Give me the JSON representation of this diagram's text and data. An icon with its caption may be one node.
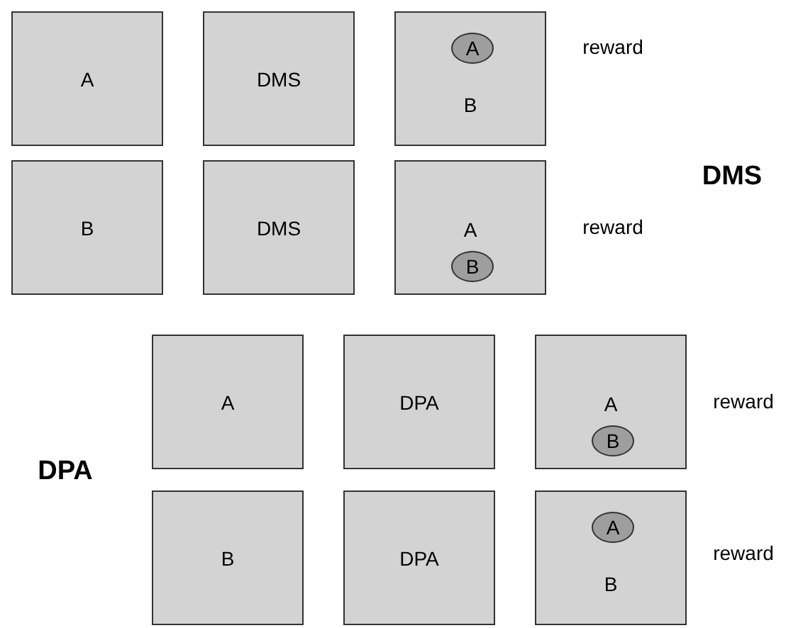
{
  "diagram": {
    "nodes": [
      {
        "text": [
          "A"
        ]
      },
      {
        "text": [
          "DMS"
        ]
      },
      {
        "text": [
          "B"
        ]
      },
      {
        "text": [
          "A"
        ],
        "in": 2
      },
      {
        "text": [
          "B"
        ]
      },
      {
        "text": [
          "DMS"
        ]
      },
      {
        "text": [
          "A"
        ]
      },
      {
        "text": [
          "B"
        ],
        "in": 6
      },
      {
        "text": [
          "A"
        ]
      },
      {
        "text": [
          "DPA"
        ]
      },
      {
        "text": [
          "A"
        ]
      },
      {
        "text": [
          "B"
        ],
        "in": 10
      },
      {
        "text": [
          "B"
        ]
      },
      {
        "text": [
          "DPA"
        ]
      },
      {
        "text": [
          "B"
        ]
      },
      {
        "text": [
          "A"
        ],
        "in": 14
      }
    ],
    "labels": [
      "reward",
      "DMS",
      "reward",
      "reward",
      "DPA",
      "reward"
    ]
  }
}
